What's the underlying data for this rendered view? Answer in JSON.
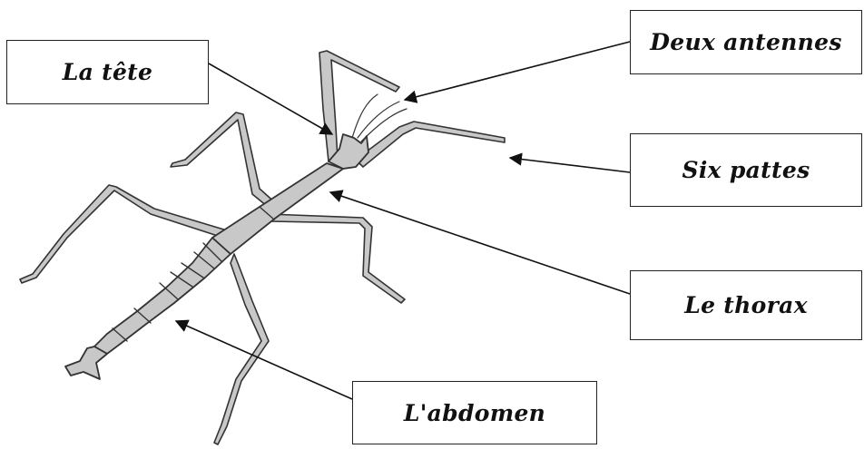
{
  "labels": {
    "head": "La tête",
    "antennae": "Deux antennes",
    "legs": "Six pattes",
    "thorax": "Le thorax",
    "abdomen": "L'abdomen"
  },
  "colors": {
    "body_fill": "#c8c8c8",
    "outline": "#333333",
    "arrow": "#111111",
    "box_border": "#222222"
  }
}
